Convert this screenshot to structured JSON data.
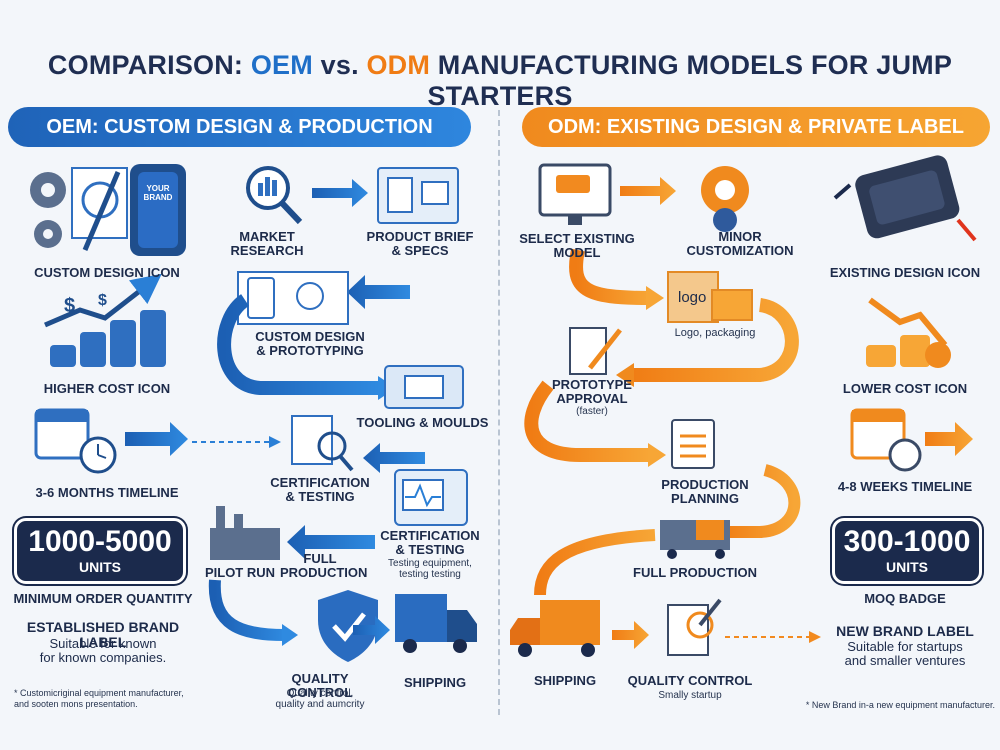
{
  "title": {
    "prefix": "COMPARISON: ",
    "oem": "OEM",
    "vs": " vs. ",
    "odm": "ODM",
    "suffix": " MANUFACTURING MODELS FOR JUMP STARTERS"
  },
  "colors": {
    "oem": "#1f6fc8",
    "odm": "#f07c14",
    "dark": "#1b2a4c"
  },
  "oem": {
    "banner": "OEM: CUSTOM DESIGN & PRODUCTION",
    "left": {
      "custom_design": "CUSTOM DESIGN ICON",
      "your_brand": "YOUR\nBRAND",
      "higher_cost": "HIGHER COST ICON",
      "timeline": "3-6 MONTHS TIMELINE",
      "moq_num": "1000-5000",
      "moq_unit": "UNITS",
      "moq_label": "MINIMUM ORDER QUANTITY",
      "brand_label": "ESTABLISHED BRAND LABEL",
      "brand_sub": "Suitable for known\nfor known companies.",
      "footnote": "* Customicriginal equipment manufacturer,\n  and sooten mons presentation."
    },
    "flow": {
      "market_research": "MARKET\nRESEARCH",
      "product_brief": "PRODUCT BRIEF\n& SPECS",
      "custom_design": "CUSTOM DESIGN\n& PROTOTYPING",
      "tooling": "TOOLING & MOULDS",
      "certification1": "CERTIFICATION\n& TESTING",
      "certification2": "CERTIFICATION\n& TESTING",
      "cert2_sub": "Testing equipment,\ntesting testing",
      "pilot_run": "PILOT RUN",
      "full_production": "FULL\nPRODUCTION",
      "quality_control": "QUALITY CONTROL",
      "qc_sub": "Quality control,\nquality and aumcrity",
      "shipping": "SHIPPING"
    }
  },
  "odm": {
    "banner": "ODM: EXISTING DESIGN & PRIVATE LABEL",
    "right": {
      "existing_design": "EXISTING DESIGN ICON",
      "lower_cost": "LOWER COST ICON",
      "timeline": "4-8 WEEKS TIMELINE",
      "moq_num": "300-1000",
      "moq_unit": "UNITS",
      "moq_label": "MOQ BADGE",
      "brand_label": "NEW BRAND LABEL",
      "brand_sub": "Suitable for startups\nand smaller ventures",
      "footnote": "* New Brand in-a new equipment manufacturer."
    },
    "flow": {
      "select_existing": "SELECT EXISTING\nMODEL",
      "minor_customization": "MINOR\nCUSTOMIZATION",
      "logo_text": "logo",
      "logo_packaging": "Logo, packaging",
      "prototype_approval": "PROTOTYPE\nAPPROVAL",
      "faster": "(faster)",
      "production_planning": "PRODUCTION\nPLANNING",
      "full_production": "FULL PRODUCTION",
      "shipping": "SHIPPING",
      "quality_control": "QUALITY CONTROL",
      "qc_sub": "Smally startup"
    }
  }
}
